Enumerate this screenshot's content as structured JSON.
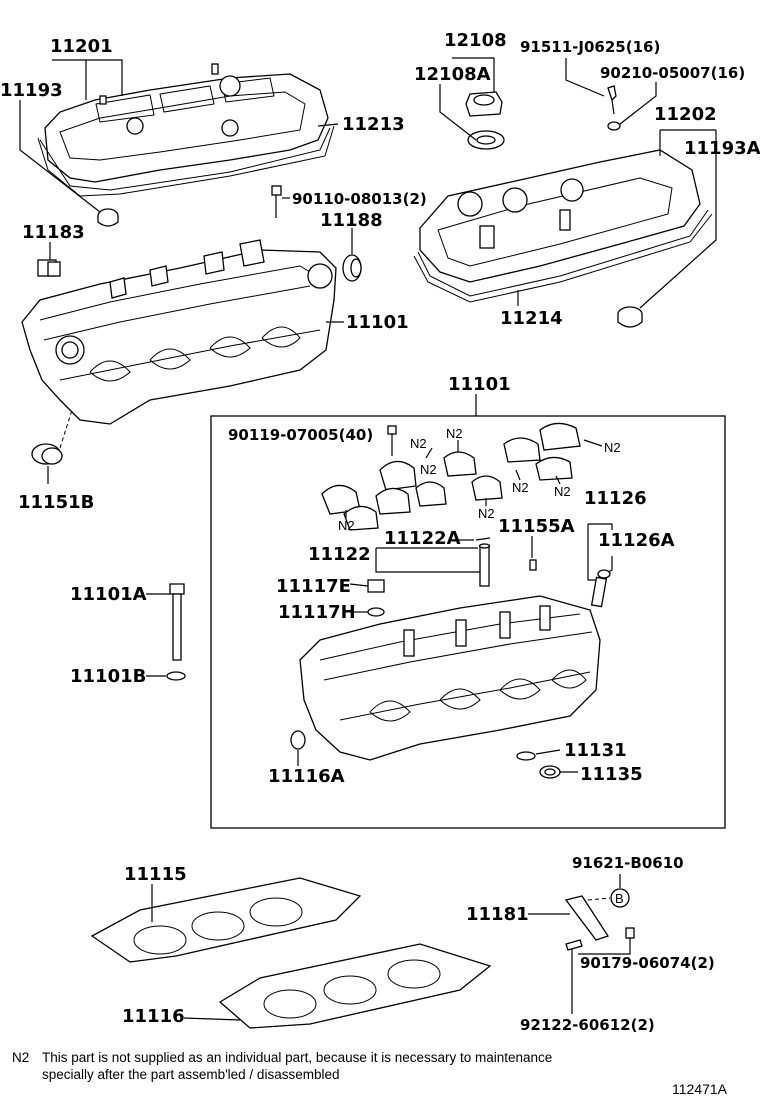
{
  "labels": {
    "p11201": "11201",
    "p11193": "11193",
    "p11213": "11213",
    "p12108": "12108",
    "p12108A": "12108A",
    "p91511": "91511-J0625(16)",
    "p90210": "90210-05007(16)",
    "p11202": "11202",
    "p11193A": "11193A",
    "p90110": "90110-08013(2)",
    "p11188": "11188",
    "p11183": "11183",
    "p11101_top": "11101",
    "p11214": "11214",
    "p11101_box": "11101",
    "p11151B": "11151B",
    "p90119": "90119-07005(40)",
    "p11126": "11126",
    "p11155A": "11155A",
    "p11126A": "11126A",
    "p11122": "11122",
    "p11122A": "11122A",
    "p11117E": "11117E",
    "p11117H": "11117H",
    "p11101A": "11101A",
    "p11101B": "11101B",
    "p11116A": "11116A",
    "p11131": "11131",
    "p11135": "11135",
    "p11115": "11115",
    "p91621": "91621-B0610",
    "p11181": "11181",
    "p90179": "90179-06074(2)",
    "p11116": "11116",
    "p92122": "92122-60612(2)",
    "marker_b": "B"
  },
  "n2_marker": "N2",
  "note": {
    "key": "N2",
    "line1": "This part is not supplied as an individual part, because it is necessary to maintenance",
    "line2": "specially after the part assemb'led / disassembled"
  },
  "diagram_id": "112471A"
}
